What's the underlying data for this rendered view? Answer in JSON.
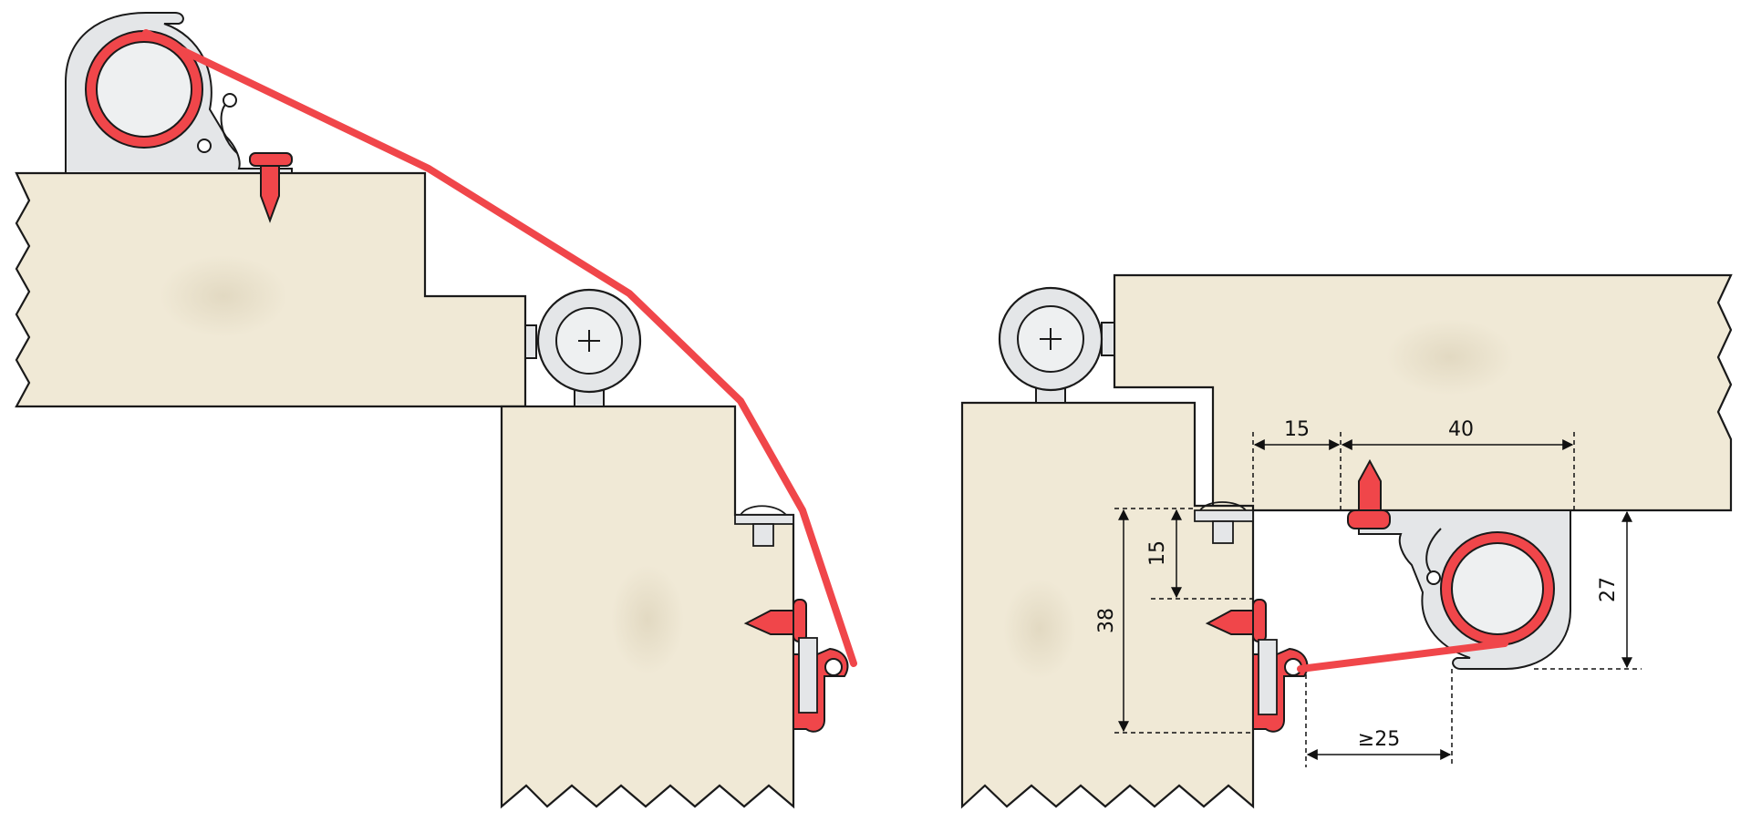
{
  "colors": {
    "wood": "#f0e9d6",
    "outline": "#1a1a1a",
    "cable": "#f0464a",
    "metal": "#e4e6e8",
    "background": "#ffffff"
  },
  "icons": {
    "hinge_left": "hinge-plus-icon",
    "hinge_right": "hinge-plus-icon",
    "reel": "cable-reel-icon",
    "screw": "screw-icon",
    "clip": "cable-clip-icon"
  },
  "dimensions": {
    "d1": "15",
    "d2": "40",
    "d3": "15",
    "d4": "38",
    "d5": "27",
    "d6": "≥25"
  }
}
